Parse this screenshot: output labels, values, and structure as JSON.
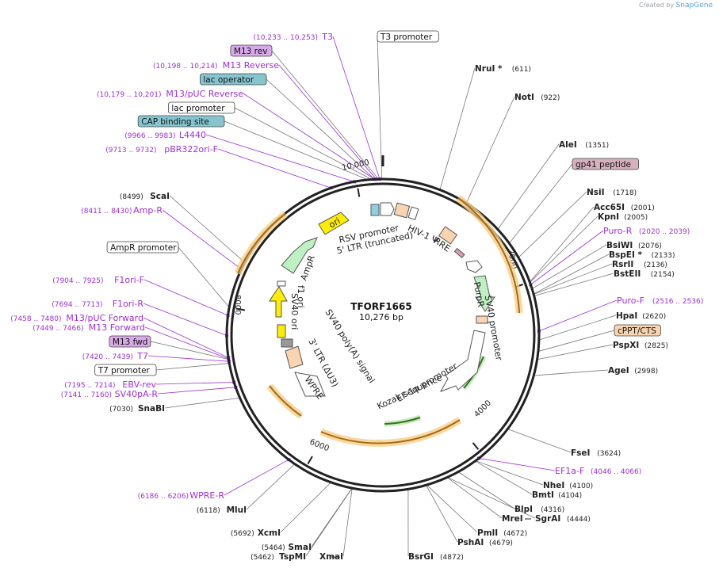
{
  "brand": {
    "created_by": "Created by",
    "app": "SnapGene"
  },
  "plasmid": {
    "name": "TFORF1665",
    "length": "10,276 bp",
    "total_bp": 10276
  },
  "ruler_ticks": [
    {
      "bp": 2000,
      "label": "2000"
    },
    {
      "bp": 4000,
      "label": "4000"
    },
    {
      "bp": 6000,
      "label": "6000"
    },
    {
      "bp": 8000,
      "label": "8000"
    },
    {
      "bp": 10000,
      "label": "10,000"
    }
  ],
  "outer_labels": [
    {
      "id": "t3",
      "text": "T3",
      "range": "(10,233 .. 10,253)",
      "kind": "primer",
      "side": "L",
      "bp": 10243
    },
    {
      "id": "m13rev",
      "text": "M13 rev",
      "kind": "box-purple",
      "side": "L",
      "bp": 10230
    },
    {
      "id": "m13reverse",
      "text": "M13 Reverse",
      "range": "(10,198 .. 10,214)",
      "kind": "primer",
      "side": "L",
      "bp": 10206
    },
    {
      "id": "lacop",
      "text": "lac operator",
      "kind": "box-teal",
      "side": "L",
      "bp": 10190
    },
    {
      "id": "m13puc_rev",
      "text": "M13/pUC Reverse",
      "range": "(10,179 .. 10,201)",
      "kind": "primer",
      "side": "L",
      "bp": 10190
    },
    {
      "id": "lacprom",
      "text": "lac promoter",
      "kind": "box-white",
      "side": "L",
      "bp": 10160
    },
    {
      "id": "cap",
      "text": "CAP binding site",
      "kind": "box-teal",
      "side": "L",
      "bp": 10120
    },
    {
      "id": "l4440",
      "text": "L4440",
      "range": "(9966 .. 9983)",
      "kind": "primer",
      "side": "L",
      "bp": 9975
    },
    {
      "id": "pbr322",
      "text": "pBR322ori-F",
      "range": "(9713 .. 9732)",
      "kind": "primer",
      "side": "L",
      "bp": 9722
    },
    {
      "id": "scai",
      "text": "ScaI",
      "range": "(8499)",
      "kind": "enzyme",
      "side": "L",
      "bp": 8499
    },
    {
      "id": "ampr_p",
      "text": "Amp-R",
      "range": "(8411 .. 8430)",
      "kind": "primer",
      "side": "L",
      "bp": 8420
    },
    {
      "id": "ampr_prom",
      "text": "AmpR promoter",
      "kind": "box-white",
      "side": "L",
      "bp": 8000
    },
    {
      "id": "f1orif",
      "text": "F1ori-F",
      "range": "(7904 .. 7925)",
      "kind": "primer",
      "side": "L",
      "bp": 7914
    },
    {
      "id": "f1orir",
      "text": "F1ori-R",
      "range": "(7694 .. 7713)",
      "kind": "primer",
      "side": "L",
      "bp": 7703
    },
    {
      "id": "m13pucfwd",
      "text": "M13/pUC Forward",
      "range": "(7458 .. 7480)",
      "kind": "primer",
      "side": "L",
      "bp": 7469
    },
    {
      "id": "m13fwd",
      "text": "M13 Forward",
      "range": "(7449 .. 7466)",
      "kind": "primer",
      "side": "L",
      "bp": 7458
    },
    {
      "id": "m13fwdbox",
      "text": "M13 fwd",
      "kind": "box-purple",
      "side": "L",
      "bp": 7452
    },
    {
      "id": "t7",
      "text": "T7",
      "range": "(7420 .. 7439)",
      "kind": "primer",
      "side": "L",
      "bp": 7430
    },
    {
      "id": "t7prom",
      "text": "T7 promoter",
      "kind": "box-white",
      "side": "L",
      "bp": 7410
    },
    {
      "id": "ebvrev",
      "text": "EBV-rev",
      "range": "(7195 .. 7214)",
      "kind": "primer",
      "side": "L",
      "bp": 7205
    },
    {
      "id": "sv40pa_r",
      "text": "SV40pA-R",
      "range": "(7141 .. 7160)",
      "kind": "primer",
      "side": "L",
      "bp": 7150
    },
    {
      "id": "snabi",
      "text": "SnaBI",
      "range": "(7030)",
      "kind": "enzyme",
      "side": "L",
      "bp": 7030
    },
    {
      "id": "wprer",
      "text": "WPRE-R",
      "range": "(6186 .. 6206)",
      "kind": "primer",
      "side": "L",
      "bp": 6196
    },
    {
      "id": "mlui",
      "text": "MluI",
      "range": "(6118)",
      "kind": "enzyme",
      "side": "L",
      "bp": 6118
    },
    {
      "id": "xcmi",
      "text": "XcmI",
      "range": "(5692)",
      "kind": "enzyme",
      "side": "L",
      "bp": 5692
    },
    {
      "id": "smai",
      "text": "SmaI",
      "range": "(5464)",
      "kind": "enzyme",
      "side": "L",
      "bp": 5464
    },
    {
      "id": "tspmi",
      "text": "TspMI",
      "range": "(5462)",
      "kind": "enzyme",
      "side": "L",
      "bp": 5462
    },
    {
      "id": "xmai",
      "text": "XmaI",
      "kind": "enzyme",
      "side": "L",
      "bp": 5462
    },
    {
      "id": "bsrgi",
      "text": "BsrGI",
      "range": "(4872)",
      "kind": "enzyme",
      "side": "R",
      "bp": 4872
    },
    {
      "id": "pshai",
      "text": "PshAI",
      "range": "(4679)",
      "kind": "enzyme",
      "side": "R",
      "bp": 4679
    },
    {
      "id": "pmli",
      "text": "PmlI",
      "range": "(4672)",
      "kind": "enzyme",
      "side": "R",
      "bp": 4672
    },
    {
      "id": "mrei",
      "text": "MreI",
      "kind": "enzyme",
      "side": "R",
      "bp": 4444
    },
    {
      "id": "sgrai",
      "text": "SgrAI",
      "range": "(4444)",
      "kind": "enzyme",
      "side": "R",
      "bp": 4444
    },
    {
      "id": "blpi",
      "text": "BlpI",
      "range": "(4316)",
      "kind": "enzyme",
      "side": "R",
      "bp": 4316
    },
    {
      "id": "bmti",
      "text": "BmtI",
      "range": "(4104)",
      "kind": "enzyme",
      "side": "R",
      "bp": 4104
    },
    {
      "id": "nhei",
      "text": "NheI",
      "range": "(4100)",
      "kind": "enzyme",
      "side": "R",
      "bp": 4100
    },
    {
      "id": "ef1af",
      "text": "EF1a-F",
      "range": "(4046 .. 4066)",
      "kind": "primer",
      "side": "R",
      "bp": 4056
    },
    {
      "id": "fsei",
      "text": "FseI",
      "range": "(3624)",
      "kind": "enzyme",
      "side": "R",
      "bp": 3624
    },
    {
      "id": "agei",
      "text": "AgeI",
      "range": "(2998)",
      "kind": "enzyme",
      "side": "R",
      "bp": 2998
    },
    {
      "id": "pspxi",
      "text": "PspXI",
      "range": "(2825)",
      "kind": "enzyme",
      "side": "R",
      "bp": 2825
    },
    {
      "id": "cppt",
      "text": "cPPT/CTS",
      "kind": "box-orange",
      "side": "R",
      "bp": 2740
    },
    {
      "id": "hpai",
      "text": "HpaI",
      "range": "(2620)",
      "kind": "enzyme",
      "side": "R",
      "bp": 2620
    },
    {
      "id": "purof",
      "text": "Puro-F",
      "range": "(2516 .. 2536)",
      "kind": "primer",
      "side": "R",
      "bp": 2526
    },
    {
      "id": "bsteii",
      "text": "BstEII",
      "range": "(2154)",
      "kind": "enzyme",
      "side": "R",
      "bp": 2154
    },
    {
      "id": "rsrii",
      "text": "RsrII",
      "range": "(2136)",
      "kind": "enzyme",
      "side": "R",
      "bp": 2136
    },
    {
      "id": "bspei",
      "text": "BspEI *",
      "range": "(2133)",
      "kind": "enzyme",
      "side": "R",
      "bp": 2133
    },
    {
      "id": "bsiwi",
      "text": "BsiWI",
      "range": "(2076)",
      "kind": "enzyme",
      "side": "R",
      "bp": 2076
    },
    {
      "id": "puror",
      "text": "Puro-R",
      "range": "(2020 .. 2039)",
      "kind": "primer",
      "side": "R",
      "bp": 2030
    },
    {
      "id": "kpni",
      "text": "KpnI",
      "range": "(2005)",
      "kind": "enzyme",
      "side": "R",
      "bp": 2005
    },
    {
      "id": "acc65i",
      "text": "Acc65I",
      "range": "(2001)",
      "kind": "enzyme",
      "side": "R",
      "bp": 2001
    },
    {
      "id": "nsii",
      "text": "NsiI",
      "range": "(1718)",
      "kind": "enzyme",
      "side": "R",
      "bp": 1718
    },
    {
      "id": "gp41",
      "text": "gp41 peptide",
      "kind": "box-pink",
      "side": "R",
      "bp": 1540
    },
    {
      "id": "alei",
      "text": "AleI",
      "range": "(1351)",
      "kind": "enzyme",
      "side": "R",
      "bp": 1351
    },
    {
      "id": "noti",
      "text": "NotI",
      "range": "(922)",
      "kind": "enzyme",
      "side": "R",
      "bp": 922
    },
    {
      "id": "nrui",
      "text": "NruI *",
      "range": "(611)",
      "kind": "enzyme",
      "side": "R",
      "bp": 611
    },
    {
      "id": "t3prom",
      "text": "T3 promoter",
      "kind": "box-white",
      "side": "R",
      "bp": 10265
    }
  ],
  "inner_features": [
    {
      "id": "rsv",
      "text": "RSV promoter"
    },
    {
      "id": "ltr5",
      "text": "5' LTR (truncated)"
    },
    {
      "id": "hiv",
      "text": "HIV-1 Ψ"
    },
    {
      "id": "rre",
      "text": "RRE"
    },
    {
      "id": "puror_gene",
      "text": "PuroR"
    },
    {
      "id": "sv40prom",
      "text": "SV40 promoter"
    },
    {
      "id": "ef1a",
      "text": "EF-1α promoter"
    },
    {
      "id": "kozak",
      "text": "Kozak sequence"
    },
    {
      "id": "wpre",
      "text": "WPRE"
    },
    {
      "id": "ltr3",
      "text": "3' LTR (ΔU3)"
    },
    {
      "id": "sv40pa",
      "text": "SV40 poly(A) signal"
    },
    {
      "id": "sv40ori",
      "text": "SV40 ori"
    },
    {
      "id": "f1ori",
      "text": "f1 ori"
    },
    {
      "id": "ampr",
      "text": "AmpR"
    },
    {
      "id": "ori",
      "text": "ori"
    }
  ]
}
